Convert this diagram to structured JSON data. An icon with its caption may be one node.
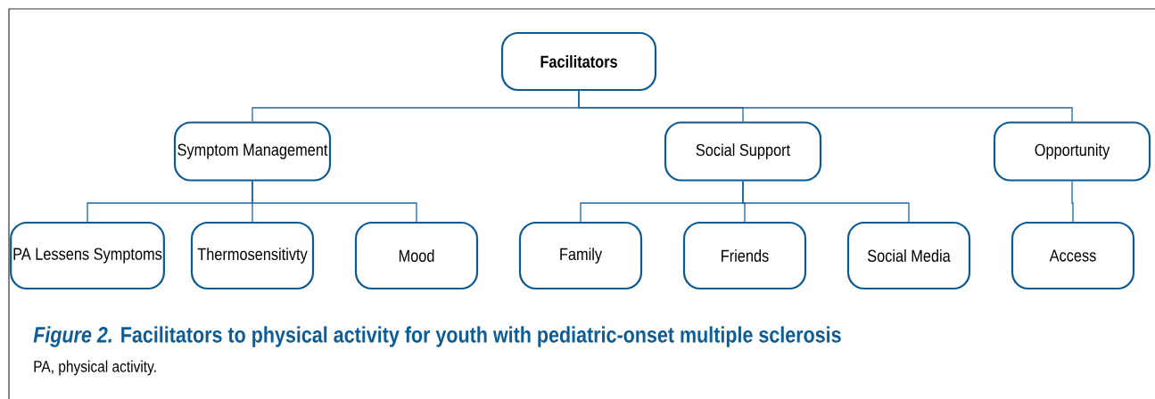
{
  "diagram": {
    "title": "*Figure 2.* Facilitators to physical activity for youth with pediatric-onset multiple sclerosis",
    "caption": "PA, physical activity.",
    "nodes": [
      {
        "text": [
          "Facilitators"
        ]
      },
      {
        "text": [
          "Symptom Management"
        ]
      },
      {
        "text": [
          "Social Support"
        ]
      },
      {
        "text": [
          "Opportunity"
        ]
      },
      {
        "text": [
          "PA Lessens Symptoms"
        ]
      },
      {
        "text": [
          "Thermosensitivty"
        ]
      },
      {
        "text": [
          "Mood"
        ]
      },
      {
        "text": [
          "Family"
        ]
      },
      {
        "text": [
          "Friends"
        ]
      },
      {
        "text": [
          "Social Media"
        ]
      },
      {
        "text": [
          "Access"
        ]
      }
    ],
    "edges": [
      {
        "from": 0,
        "to": 1,
        "arrow": "none"
      },
      {
        "from": 0,
        "to": 2,
        "arrow": "none"
      },
      {
        "from": 0,
        "to": 3,
        "arrow": "none"
      },
      {
        "from": 1,
        "to": 4,
        "arrow": "none"
      },
      {
        "from": 1,
        "to": 5,
        "arrow": "none"
      },
      {
        "from": 1,
        "to": 6,
        "arrow": "none"
      },
      {
        "from": 2,
        "to": 7,
        "arrow": "none"
      },
      {
        "from": 2,
        "to": 8,
        "arrow": "none"
      },
      {
        "from": 2,
        "to": 9,
        "arrow": "none"
      },
      {
        "from": 3,
        "to": 10,
        "arrow": "none"
      }
    ]
  }
}
